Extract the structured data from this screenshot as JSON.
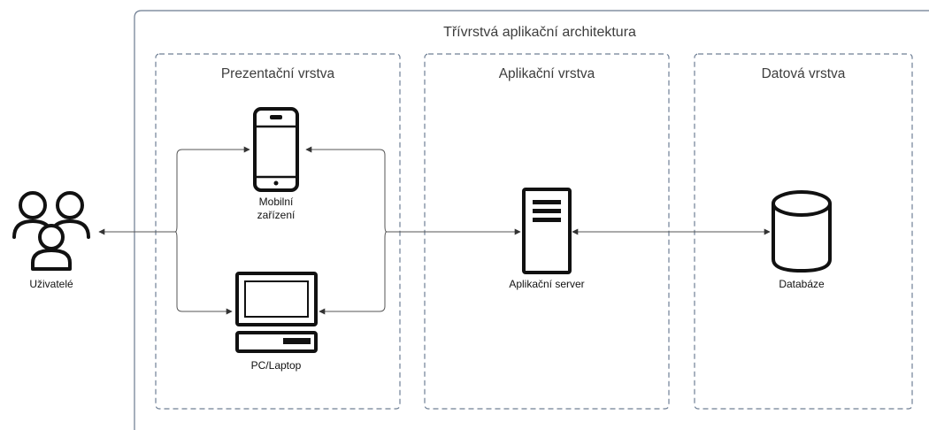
{
  "diagram": {
    "title": "Třívrstvá aplikační architektura",
    "layers": {
      "presentation": "Prezentační vrstva",
      "application": "Aplikační vrstva",
      "data": "Datová vrstva"
    },
    "nodes": {
      "users": "Uživatelé",
      "mobile_line1": "Mobilní",
      "mobile_line2": "zařízení",
      "pc": "PC/Laptop",
      "app_server": "Aplikační server",
      "database": "Databáze"
    },
    "icons": {
      "users": "users-group-icon",
      "mobile": "smartphone-icon",
      "pc": "desktop-computer-icon",
      "server": "server-tower-icon",
      "database": "database-cylinder-icon"
    },
    "colors": {
      "container_border": "#6b7a8f",
      "layer_border": "#6f7f95",
      "icon_stroke": "#111111",
      "connector": "#555555"
    }
  }
}
